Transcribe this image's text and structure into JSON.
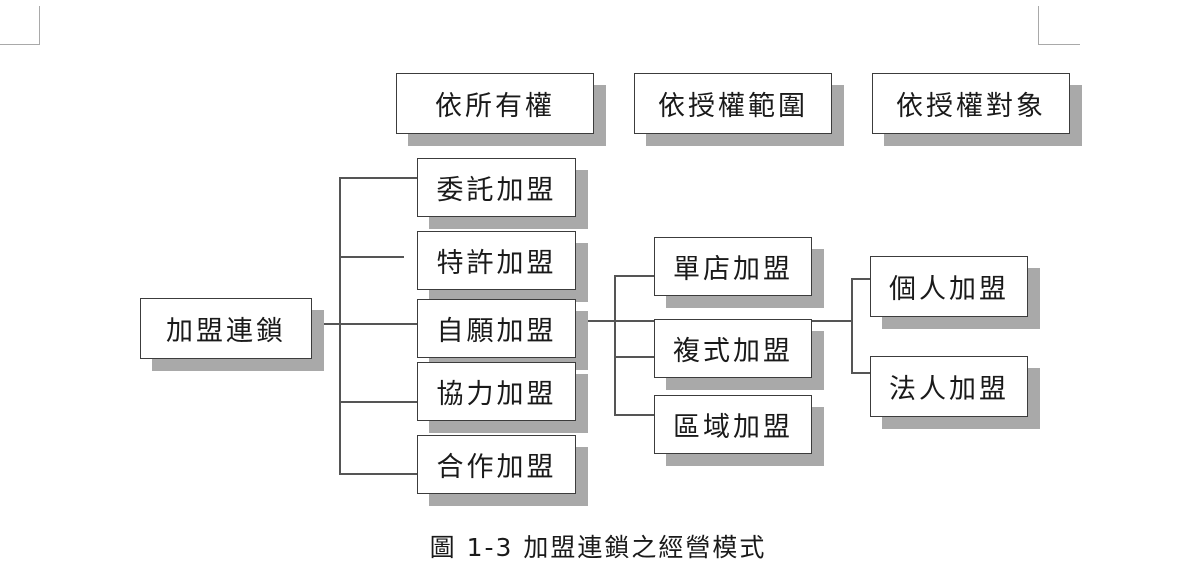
{
  "headers": {
    "ownership": "依所有權",
    "scope": "依授權範圍",
    "target": "依授權對象"
  },
  "root": "加盟連鎖",
  "ownership_types": [
    "委託加盟",
    "特許加盟",
    "自願加盟",
    "協力加盟",
    "合作加盟"
  ],
  "scope_types": [
    "單店加盟",
    "複式加盟",
    "區域加盟"
  ],
  "target_types": [
    "個人加盟",
    "法人加盟"
  ],
  "caption": "圖 1-3  加盟連鎖之經營模式",
  "colors": {
    "border": "#3c3c3c",
    "shadow": "#a9a9a9",
    "connector": "#555555",
    "text": "#1a1a1a"
  }
}
